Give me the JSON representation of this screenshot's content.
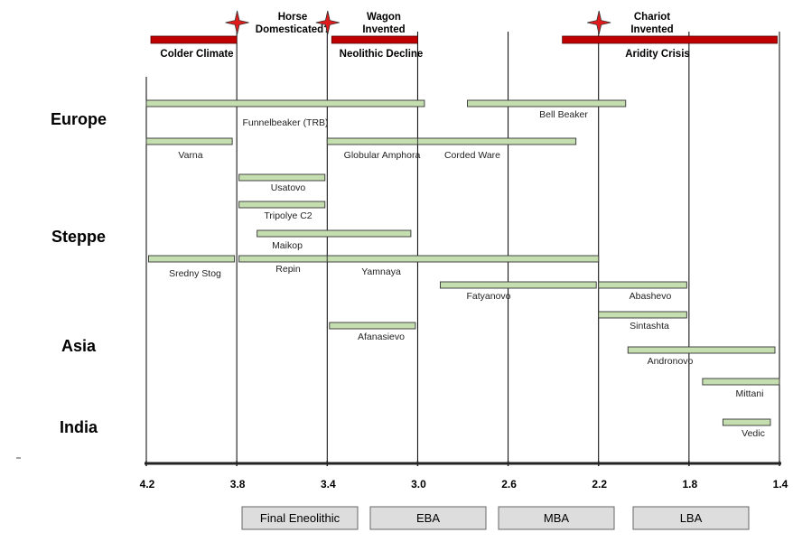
{
  "chart_data": {
    "type": "timeline",
    "x_axis": {
      "ticks": [
        "4.2",
        "3.8",
        "3.4",
        "3.0",
        "2.6",
        "2.2",
        "1.8",
        "1.4"
      ],
      "range": [
        4.2,
        1.4
      ],
      "reversed": true
    },
    "regions": [
      "Europe",
      "Steppe",
      "Asia",
      "India"
    ],
    "climate_events": [
      {
        "label": "Colder Climate",
        "start": 4.18,
        "end": 3.8
      },
      {
        "label": "Neolithic Decline",
        "start": 3.38,
        "end": 3.0
      },
      {
        "label": "Aridity Crisis",
        "start": 2.36,
        "end": 1.41
      }
    ],
    "inventions": [
      {
        "label": "Horse Domesticated?",
        "at": 3.8
      },
      {
        "label": "Wagon Invented",
        "at": 3.4
      },
      {
        "label": "Chariot Invented",
        "at": 2.2
      }
    ],
    "cultures": [
      {
        "name": "Funnelbeaker (TRB)",
        "start": 4.2,
        "end": 2.97
      },
      {
        "name": "Bell Beaker",
        "start": 2.78,
        "end": 2.08
      },
      {
        "name": "Varna",
        "start": 4.2,
        "end": 3.82
      },
      {
        "name": "Globular Amphora",
        "start": 3.4,
        "end": 3.0
      },
      {
        "name": "Corded Ware",
        "start": 3.0,
        "end": 2.3
      },
      {
        "name": "Usatovo",
        "start": 3.79,
        "end": 3.41
      },
      {
        "name": "Tripolye C2",
        "start": 3.79,
        "end": 3.41
      },
      {
        "name": "Maikop",
        "start": 3.71,
        "end": 3.03
      },
      {
        "name": "Sredny Stog",
        "start": 4.19,
        "end": 3.81
      },
      {
        "name": "Repin",
        "start": 3.79,
        "end": 3.4
      },
      {
        "name": "Yamnaya",
        "start": 3.4,
        "end": 2.2
      },
      {
        "name": "Fatyanovo",
        "start": 2.9,
        "end": 2.21
      },
      {
        "name": "Abashevo",
        "start": 2.2,
        "end": 1.81
      },
      {
        "name": "Sintashta",
        "start": 2.2,
        "end": 1.81
      },
      {
        "name": "Afanasievo",
        "start": 3.39,
        "end": 3.01
      },
      {
        "name": "Andronovo",
        "start": 2.07,
        "end": 1.42
      },
      {
        "name": "Mittani",
        "start": 1.74,
        "end": 1.4
      },
      {
        "name": "Vedic",
        "start": 1.65,
        "end": 1.44
      }
    ],
    "periods": [
      "Final Eneolithic",
      "EBA",
      "MBA",
      "LBA"
    ]
  },
  "colors": {
    "event_bar": "#c00000",
    "culture_bar": "#c5deb0",
    "culture_bar_border": "#333333",
    "star_fill": "#e01b1b",
    "period_box": "#dddddd"
  }
}
